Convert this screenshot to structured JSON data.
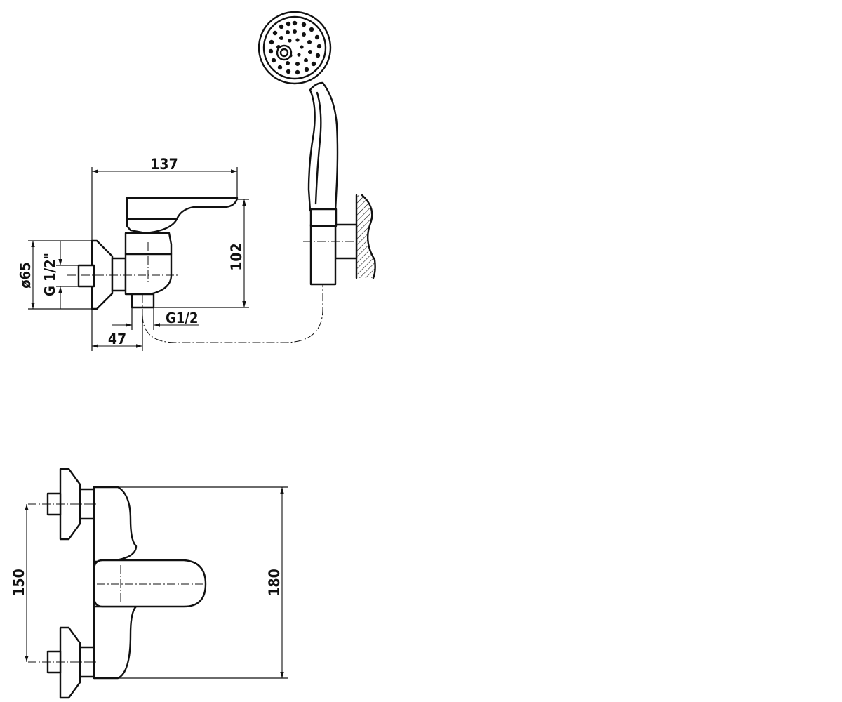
{
  "dimensions": {
    "side_width": "137",
    "side_height": "102",
    "flange_diameter": "ø65",
    "inlet_thread": "G 1/2\"",
    "outlet_thread": "G1/2",
    "wall_offset": "47",
    "inlet_spacing": "150",
    "front_height": "180"
  },
  "colors": {
    "line": "#111111",
    "background": "#ffffff"
  }
}
